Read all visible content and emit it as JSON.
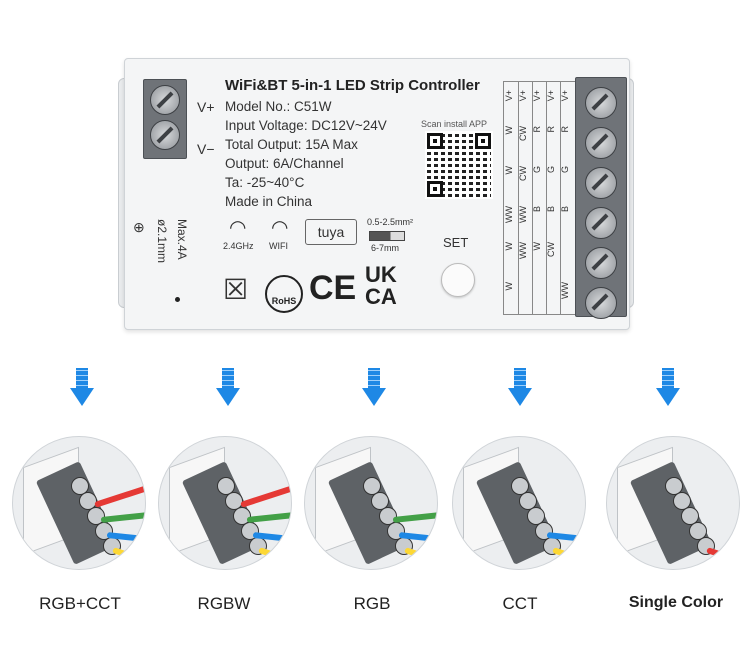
{
  "device": {
    "title": "WiFi&BT 5-in-1 LED Strip Controller",
    "model": "Model No.: C51W",
    "input_voltage": "Input Voltage: DC12V~24V",
    "total_output": "Total Output: 15A Max",
    "output": "Output: 6A/Channel",
    "ta": "Ta: -25~40°C",
    "made_in": "Made in China",
    "vplus": "V+",
    "vminus": "V−",
    "scan": "Scan install APP",
    "set": "SET",
    "wifi_24": "2.4GHz",
    "wifi": "WIFI",
    "tuya": "tuya",
    "wire_size": "0.5-2.5mm²",
    "strip_len": "6-7mm",
    "dc_max": "Max.4A",
    "dc_size": "ø2.1mm",
    "ce": "CE",
    "ukca1": "UK",
    "ukca2": "CA",
    "rohs": "RoHS",
    "terminal_table": [
      [
        "V+",
        "V+",
        "V+",
        "V+",
        "V+"
      ],
      [
        "W",
        "CW",
        "R",
        "R",
        "R"
      ],
      [
        "W",
        "CW",
        "G",
        "G",
        "G"
      ],
      [
        "WW",
        "WW",
        "B",
        "B",
        "B"
      ],
      [
        "W",
        "WW",
        "W",
        "CW",
        ""
      ],
      [
        "W",
        "",
        "",
        "",
        "WW"
      ]
    ]
  },
  "modes": [
    {
      "label": "RGB+CCT",
      "wires": [
        "#e53935",
        "#43a047",
        "#1e88e5",
        "#fdd835"
      ]
    },
    {
      "label": "RGBW",
      "wires": [
        "#e53935",
        "#43a047",
        "#1e88e5",
        "#fdd835"
      ]
    },
    {
      "label": "RGB",
      "wires": [
        "#43a047",
        "#1e88e5",
        "#fdd835"
      ]
    },
    {
      "label": "CCT",
      "wires": [
        "#1e88e5",
        "#fdd835"
      ]
    },
    {
      "label": "Single Color",
      "wires": [
        "#e53935"
      ]
    }
  ],
  "colors": {
    "arrow": "#1e88e5",
    "strip_gray": "#5e6266"
  }
}
